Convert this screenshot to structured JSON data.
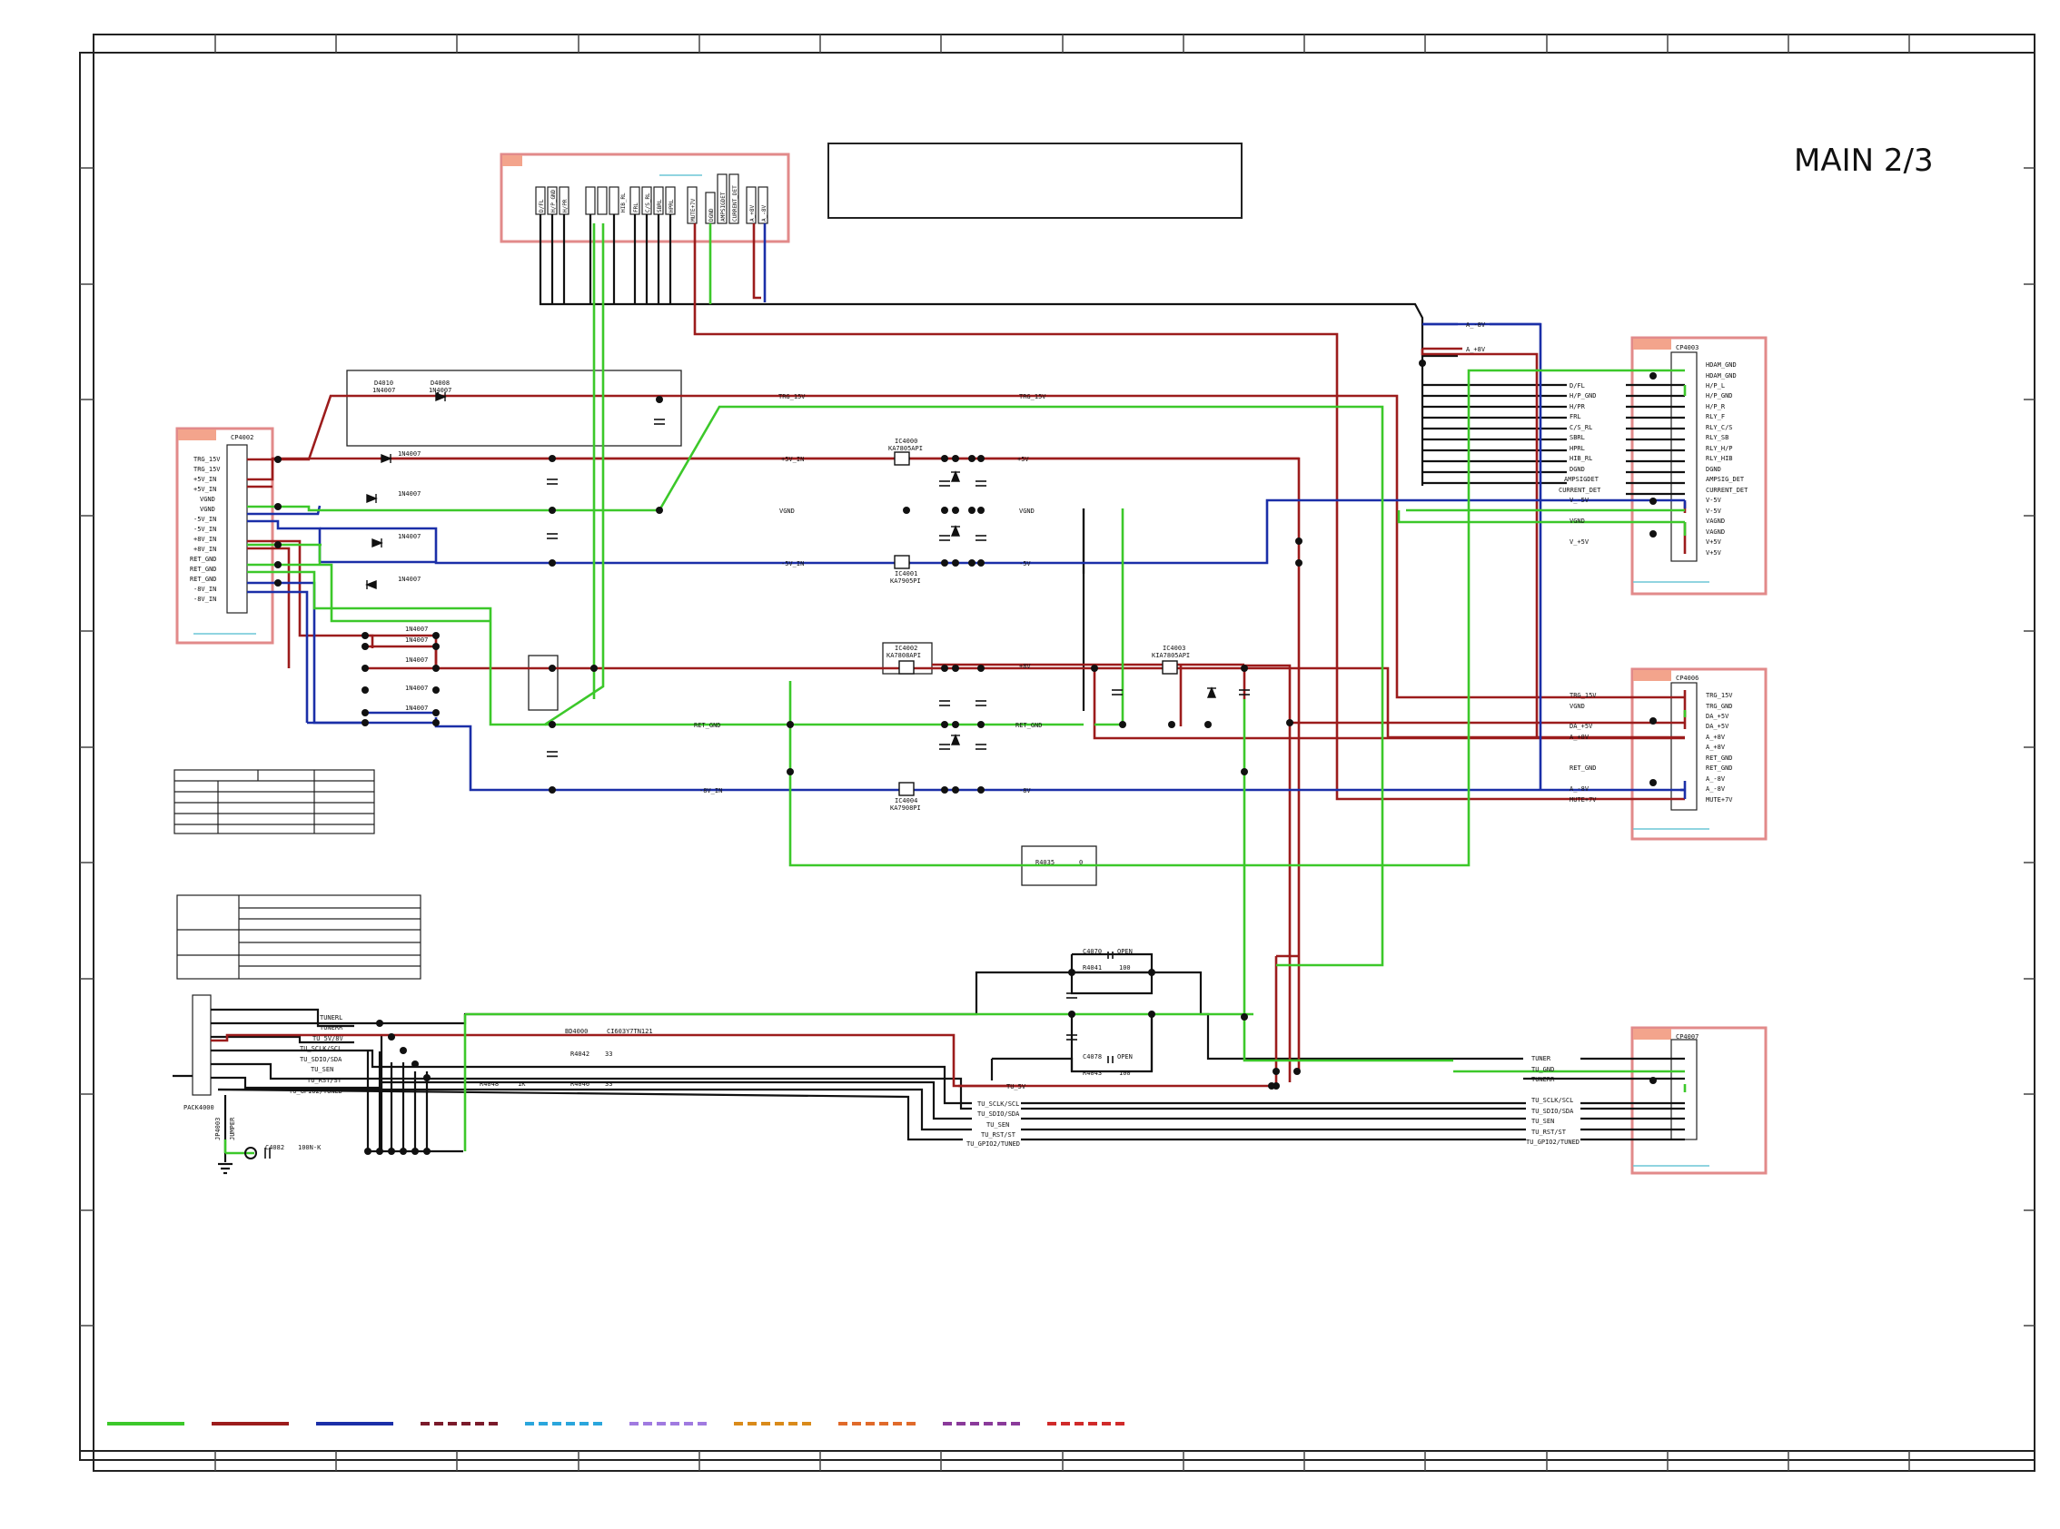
{
  "sheet": {
    "title": "MAIN 2/3"
  },
  "colors": {
    "green": "#3cc82a",
    "red": "#9c1c1c",
    "blue": "#1b2fa8",
    "black": "#111111",
    "connector_box": "#e28a8a",
    "connector_tab": "#f3a48c",
    "link": "#6cc6d6"
  },
  "net_labels": {
    "trg15v": "TRG_15V",
    "p5v_in": "+5V_IN",
    "p5v": "+5V",
    "vgnd": "VGND",
    "m5v_in": "-5V_IN",
    "m5v": "-5V",
    "p8v": "+8V",
    "ret_gnd": "RET_GND",
    "m8v_in": "-8V_IN",
    "m8v": "-8V",
    "a_8v": "A_-8V",
    "a_p8v": "A_+8V",
    "v_m5v": "V_-5V",
    "v_p5v": "V_+5V",
    "dgnd": "DGND",
    "tu_5v": "TU_5V"
  },
  "components": {
    "d4010": "D4010",
    "d4008": "D4008",
    "d_type": "1N4007",
    "ic4000": "IC4000",
    "ic4000_part": "KA7805API",
    "ic4001": "IC4001",
    "ic4001_part": "KA7905PI",
    "ic4002": "IC4002",
    "ic4002_part": "KA7808API",
    "ic4003": "IC4003",
    "ic4003_part": "KIA7805API",
    "ic4004": "IC4004",
    "ic4004_part": "KA7908PI",
    "r4035": "R4035",
    "r4035_val": "0",
    "r4041": "R4041",
    "r4043": "R4043",
    "r4042": "R4042",
    "r4048": "R4048",
    "r4046": "R4046",
    "val_100": "100",
    "val_33": "33",
    "val_1k": "1K",
    "c4070": "C4070",
    "c4078": "C4078",
    "open": "OPEN",
    "bd4000": "BD4000",
    "bd_part": "CI603Y7TN121",
    "c4082": "C4082",
    "c4082_val": "100N-K",
    "jp4003": "JP4003",
    "jumper": "JUMPER",
    "pack4000": "PACK4000"
  },
  "connectors": {
    "cp4002": {
      "name": "CP4002",
      "pins": [
        "TRG_15V",
        "TRG_15V",
        "+5V_IN",
        "+5V_IN",
        "VGND",
        "VGND",
        "-5V_IN",
        "-5V_IN",
        "+8V_IN",
        "+8V_IN",
        "RET_GND",
        "RET_GND",
        "RET_GND",
        "-8V_IN",
        "-8V_IN"
      ]
    },
    "cp4003": {
      "name": "CP4003",
      "pins": [
        "HDAM_GND",
        "HDAM_GND",
        "H/P_L",
        "H/P_GND",
        "H/P_R",
        "RLY_F",
        "RLY_C/S",
        "RLY_SB",
        "RLY_H/P",
        "RLY_HIB",
        "DGND",
        "AMPSIG_DET",
        "CURRENT_DET",
        "V-5V",
        "V-5V",
        "VAGND",
        "VAGND",
        "V+5V",
        "V+5V"
      ],
      "net_flags": [
        "D/FL",
        "H/P_GND",
        "H/PR",
        "FRL",
        "C/S_RL",
        "SBRL",
        "HPRL",
        "HIB_RL",
        "DGND",
        "AMPSIGDET",
        "CURRENT_DET",
        "V_-5V",
        "VGND",
        "V_+5V"
      ]
    },
    "cp4006": {
      "name": "CP4006",
      "pins": [
        "TRG_15V",
        "TRG_GND",
        "DA_+5V",
        "DA_+5V",
        "A_+8V",
        "A_+8V",
        "RET_GND",
        "RET_GND",
        "A_-8V",
        "A_-8V",
        "MUTE+7V"
      ],
      "net_flags": [
        "TRG_15V",
        "VGND",
        "DA_+5V",
        "A_+8V",
        "RET_GND",
        "A_-8V",
        "MUTE+7V"
      ]
    },
    "cp4007": {
      "name": "CP4007",
      "net_flags": [
        "TUNER",
        "TU_GND",
        "TUNERR",
        "TU_SCLK/SCL",
        "TU_SDIO/SDA",
        "TU_SEN",
        "TU_RST/ST",
        "TU_GPIO2/TUNED"
      ]
    },
    "tuner_left": {
      "net_flags": [
        "TUNERL",
        "TUNERR",
        "TU_5V/8V",
        "TU_SCLK/SCL",
        "TU_SDIO/SDA",
        "TU_SEN",
        "TU_RST/ST",
        "TU_GPIO2/TUNED"
      ]
    },
    "top_header": {
      "pins": [
        "D/FL",
        "H/P_GND",
        "H/PR",
        "FRL",
        "C/S_RL",
        "SBRL",
        "HPRL",
        "HIB_RL",
        "MUTE+7V",
        "DGND",
        "AMPSIGDET",
        "CURRENT_DET",
        "A_+8V",
        "A_-8V"
      ]
    }
  }
}
